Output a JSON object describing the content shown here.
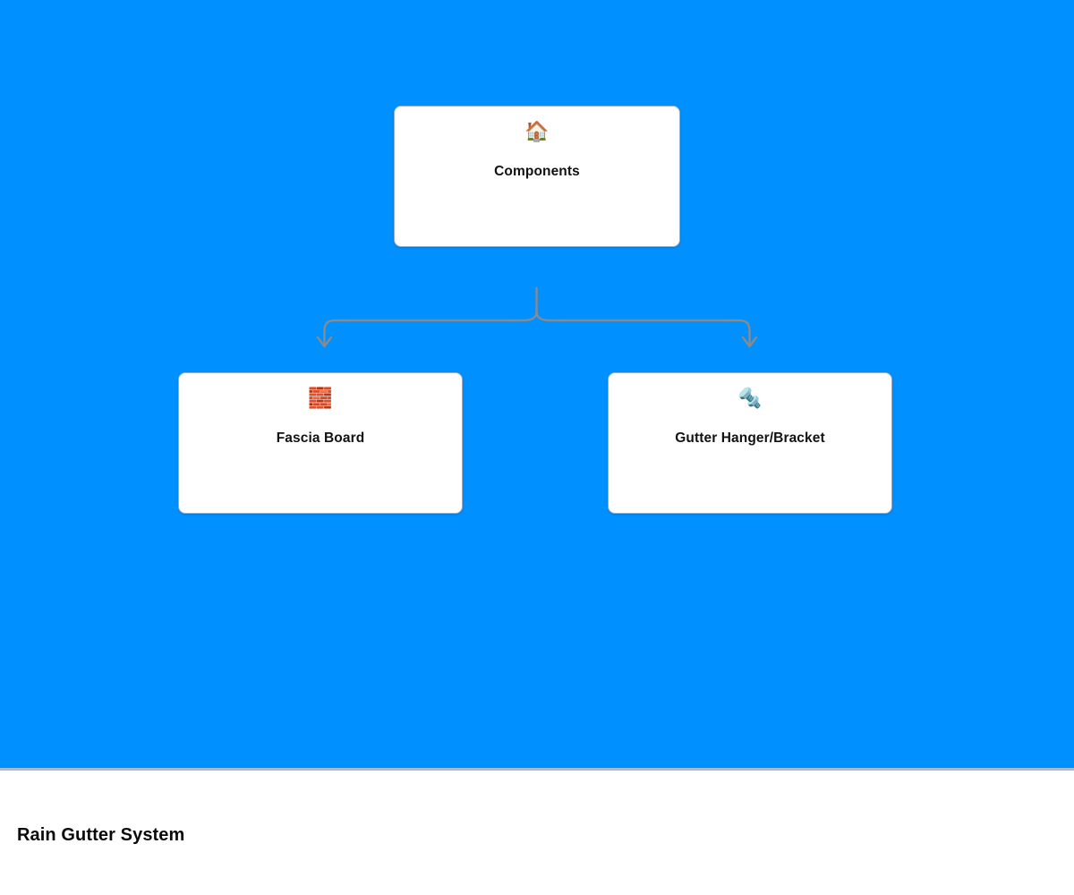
{
  "page": {
    "title": "Rain Gutter System",
    "background_color": "#0090ff",
    "footer_background_color": "#ffffff",
    "divider_color": "#b0b8cc"
  },
  "diagram": {
    "type": "tree",
    "connector_color": "#8a8a8a",
    "node_border_color": "#9badc4",
    "node_background_color": "#ffffff",
    "root": {
      "icon": "house-icon",
      "icon_glyph": "🏠",
      "label": "Components"
    },
    "children": [
      {
        "icon": "brick-icon",
        "icon_glyph": "🧱",
        "label": "Fascia Board"
      },
      {
        "icon": "screw-icon",
        "icon_glyph": "🔩",
        "label": "Gutter Hanger/Bracket"
      }
    ]
  },
  "footer": {
    "heading": "Rain Gutter System"
  }
}
